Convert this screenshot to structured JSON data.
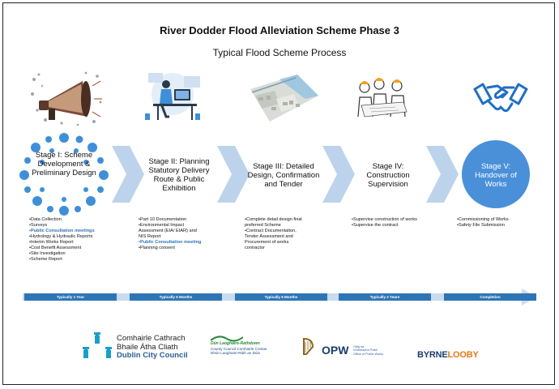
{
  "title": "River Dodder Flood Alleviation Scheme Phase 3",
  "subtitle": "Typical Flood Scheme Process",
  "stages": [
    {
      "label": "Stage I: Scheme Development & Preliminary Design",
      "items": [
        "•Data Collection",
        "•Surveys",
        "•Public Consultation meetings",
        "•Hydrology & Hydraulic Reports",
        "•Interim Works Report",
        "•Cost Benefit Assessment",
        "•Site Investigation",
        "•Scheme Report"
      ],
      "highlight": [
        2
      ],
      "duration": "Typically 1 Year"
    },
    {
      "label": "Stage II: Planning Statutory Delivery Route & Public Exhibition",
      "items": [
        "•Part 10 Documentation",
        "•Environmental Impact",
        "  Assessment (EIA/ EIAR) and",
        "  NIS Report",
        "•Public Consultation meeting",
        "•Planning consent"
      ],
      "highlight": [
        4
      ],
      "duration": "Typically 6 Months"
    },
    {
      "label": "Stage III: Detailed Design, Confirmation and Tender",
      "items": [
        "•Complete detail design final",
        "  preferred Scheme",
        "•Contract Documentation,",
        "  Tender Assessment and",
        "  Procurement of works",
        "  contractor"
      ],
      "highlight": [],
      "duration": "Typically 6 Months"
    },
    {
      "label": "Stage IV: Construction Supervision",
      "items": [
        "•Supervise construction of works",
        "•Supervise the contract"
      ],
      "highlight": [],
      "duration": "Typically 2 Years"
    },
    {
      "label": "Stage V: Handover of Works",
      "items": [
        "•Commissioning of Works",
        "•Safety File Submission"
      ],
      "highlight": [],
      "duration": "Completion"
    }
  ],
  "logos": {
    "dcc": {
      "line1": "Comhairle Cathrach",
      "line2": "Bhaile Átha Cliath",
      "line3": "Dublin City Council"
    },
    "dlr": {
      "line1": "Dún Laoghaire-Rathdown",
      "line2": "County Council Comhairle Contae",
      "line3": "Dhún Laoghaire-Ráth an Dúin"
    },
    "opw": {
      "name": "OPW",
      "line1": "Oifig na",
      "line2": "nOibreacha Poiblí",
      "line3": "Office of Public Works"
    },
    "byrne": {
      "part1": "BYRNE",
      "part2": "LOOBY"
    }
  },
  "colors": {
    "accent": "#2e75b6",
    "chevron": "#bdd3ec",
    "dots": "#3f8fd8"
  }
}
